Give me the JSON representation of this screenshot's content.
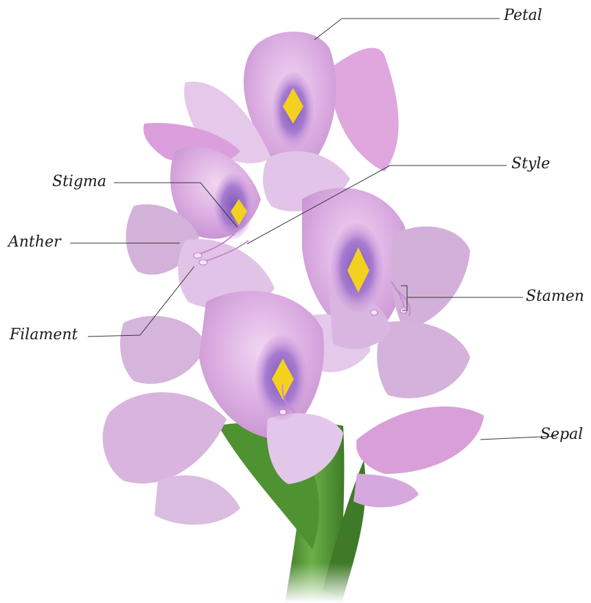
{
  "diagram": {
    "labels": {
      "petal": "Petal",
      "style": "Style",
      "stigma": "Stigma",
      "anther": "Anther",
      "stamen": "Stamen",
      "filament": "Filament",
      "sepal": "Sepal"
    }
  },
  "colors": {
    "background": "#ffffff",
    "petal_light": "#e6c4ea",
    "petal_mid": "#d9a3df",
    "petal_deep": "#b57ac4",
    "vein": "#6f5aa8",
    "nectar_spot": "#f4d11f",
    "stem": "#5a9e3a",
    "stem_dark": "#3f7a28",
    "leader_line": "#333333"
  }
}
